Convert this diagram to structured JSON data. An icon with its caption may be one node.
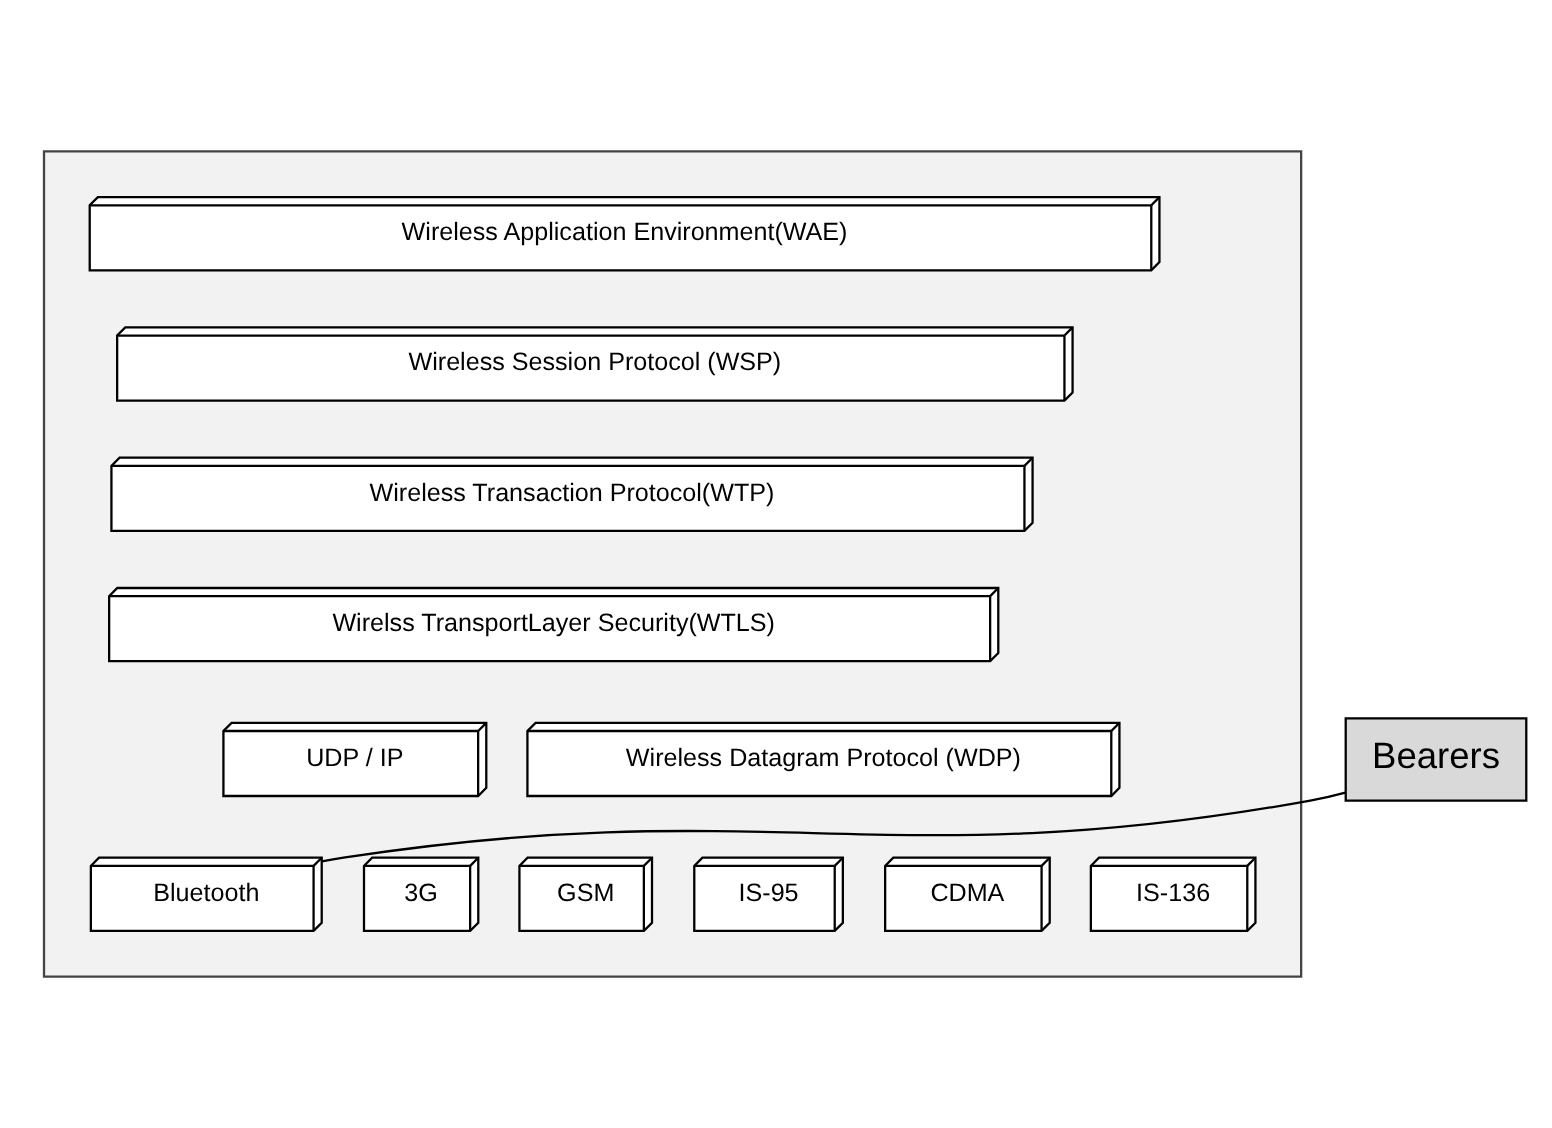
{
  "diagram": {
    "nodes": [
      {
        "text": [],
        "shape": "box"
      },
      {
        "text": [
          "Wireless Application Environment(WAE)"
        ],
        "in": 0
      },
      {
        "text": [
          "Wireless Session Protocol (WSP)"
        ],
        "in": 0
      },
      {
        "text": [
          "Wireless Transaction Protocol(WTP)"
        ],
        "in": 0
      },
      {
        "text": [
          "Wirelss TransportLayer Security(WTLS)"
        ],
        "in": 0
      },
      {
        "text": [
          "UDP / IP"
        ],
        "in": 0
      },
      {
        "text": [
          "Wireless Datagram Protocol (WDP)"
        ],
        "in": 0
      },
      {
        "text": [
          "Bluetooth"
        ],
        "in": 0
      },
      {
        "text": [
          "3G"
        ],
        "in": 0
      },
      {
        "text": [
          "GSM"
        ],
        "in": 0
      },
      {
        "text": [
          "IS-95"
        ],
        "in": 0
      },
      {
        "text": [
          "CDMA"
        ],
        "in": 0
      },
      {
        "text": [
          "IS-136"
        ],
        "in": 0
      },
      {
        "text": [
          "Bearers"
        ]
      }
    ],
    "edges": [
      {
        "from": 13,
        "to": 7,
        "arrow": "none"
      }
    ]
  }
}
